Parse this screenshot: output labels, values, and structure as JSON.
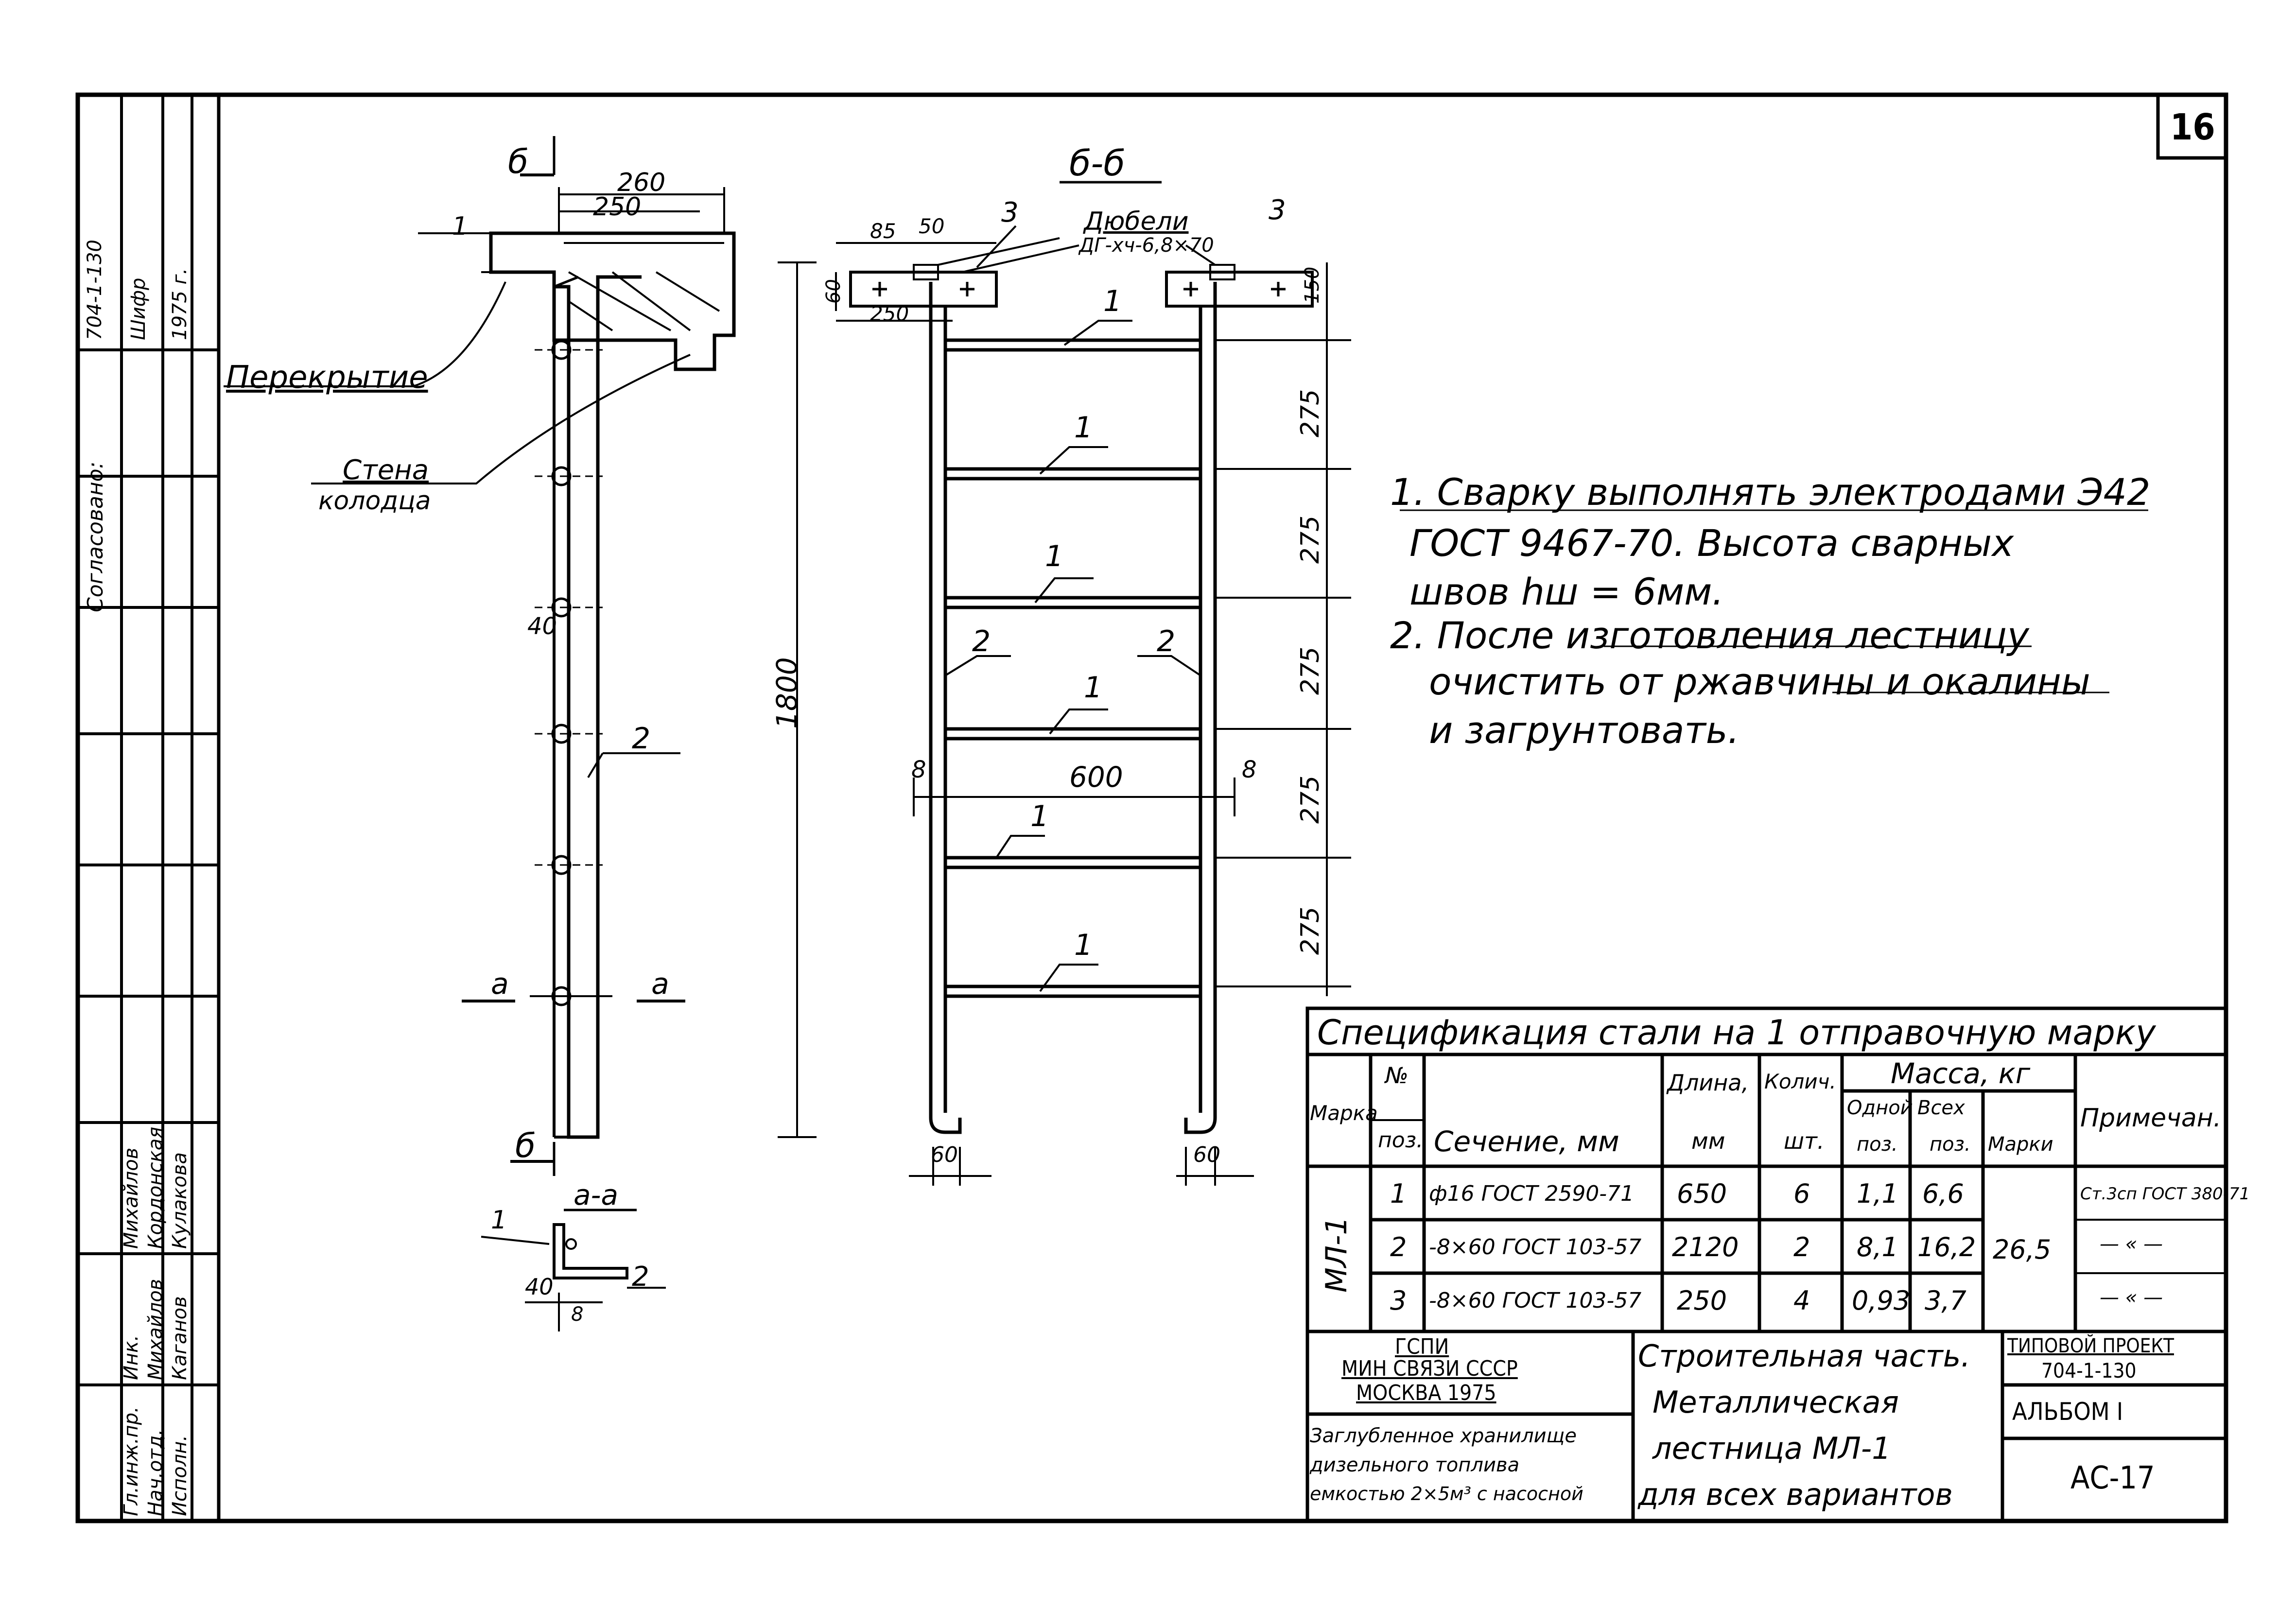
{
  "sheet_number": "16",
  "left_view": {
    "section_mark_top": "б",
    "section_mark_bottom": "б",
    "dim_260": "260",
    "dim_250": "250",
    "mark_1": "1",
    "label_slab": "Перекрытие",
    "label_wall": "Стена",
    "label_well": "колодца",
    "dim_40": "40",
    "pos_2": "2",
    "dim_1800": "1800",
    "cut_a_left": "a",
    "cut_a_right": "a"
  },
  "detail_aa": {
    "title": "a-a",
    "pos_1": "1",
    "pos_2": "2",
    "dim_40": "40",
    "dim_8": "8"
  },
  "right_view": {
    "title": "б-б",
    "dim_85": "85",
    "dim_50": "50",
    "dim_60": "60",
    "dim_250": "250",
    "pos_3_left": "3",
    "pos_3_right": "3",
    "dowels_title": "Дюбели",
    "dowels_spec": "ДГ-хч-6,8×70",
    "rung_labels": [
      "1",
      "1",
      "1",
      "1",
      "1",
      "1"
    ],
    "pos_2_left": "2",
    "pos_2_right": "2",
    "dim_600": "600",
    "dim_8_left": "8",
    "dim_8_right": "8",
    "dim_150": "150",
    "step_dims": [
      "275",
      "275",
      "275",
      "275",
      "275"
    ],
    "dim_60_bottom_left": "60",
    "dim_60_bottom_right": "60"
  },
  "notes": [
    "1. Сварку выполнять электродами Э42",
    "ГОСТ 9467-70. Высота сварных",
    "швов hш = 6мм.",
    "2. После изготовления лестницу",
    "очистить от ржавчины и окалины",
    "и загрунтовать."
  ],
  "spec_table": {
    "title": "Спецификация стали на 1 отправочную марку",
    "headers": {
      "mark": "Марка",
      "pos_no": "№",
      "pos": "поз.",
      "section": "Сечение, мм",
      "length": "Длина,",
      "length_unit": "мм",
      "qty": "Колич.",
      "qty_unit": "шт.",
      "mass": "Масса, кг",
      "mass_one": "Одной",
      "mass_one_sub": "поз.",
      "mass_all": "Всех",
      "mass_all_sub": "поз.",
      "mass_mark": "Марки",
      "note": "Примечан."
    },
    "mark": "МЛ-1",
    "mark_total": "26,5",
    "rows": [
      {
        "pos": "1",
        "section": "ф16 ГОСТ 2590-71",
        "length": "650",
        "qty": "6",
        "one": "1,1",
        "all": "6,6",
        "note": "Ст.3сп ГОСТ 380-71"
      },
      {
        "pos": "2",
        "section": "-8×60 ГОСТ 103-57",
        "length": "2120",
        "qty": "2",
        "one": "8,1",
        "all": "16,2",
        "note": "— « —"
      },
      {
        "pos": "3",
        "section": "-8×60 ГОСТ 103-57",
        "length": "250",
        "qty": "4",
        "one": "0,93",
        "all": "3,7",
        "note": "— « —"
      }
    ]
  },
  "title_block": {
    "org_1": "ГСПИ",
    "org_2": "МИН СВЯЗИ СССР",
    "org_3": "МОСКВА 1975",
    "object_1": "Заглубленное хранилище",
    "object_2": "дизельного топлива",
    "object_3": "емкостью 2×5м³ с насосной",
    "drawing_1": "Строительная часть.",
    "drawing_2": "Металлическая",
    "drawing_3": "лестница МЛ-1",
    "drawing_4": "для всех вариантов",
    "project_label": "ТИПОВОЙ ПРОЕКТ",
    "project_no": "704-1-130",
    "album": "АЛЬБОМ I",
    "sheet_code": "АС-17"
  },
  "side_stamp": {
    "top_1": "704-1-130",
    "top_2": "Шифр",
    "top_3": "1975 г.",
    "agreed": "Согласовано:",
    "roles": [
      "Гл.инж.пр.",
      "Нач.отд.",
      "Исполн."
    ],
    "names": [
      "Инк.",
      "Михайлов",
      "Каганов"
    ],
    "names2": [
      "Михайлов",
      "Кордонская",
      "Кулакова"
    ]
  }
}
